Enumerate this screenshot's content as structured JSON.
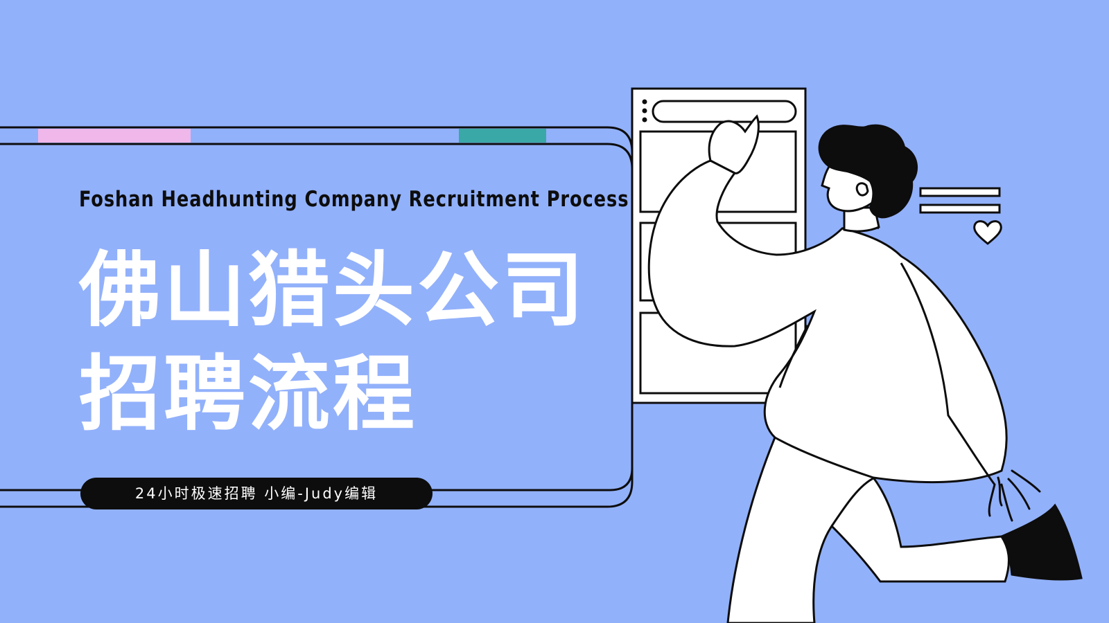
{
  "subtitle": "Foshan Headhunting Company Recruitment Process",
  "title": {
    "line1": "佛山猎头公司",
    "line2": "招聘流程"
  },
  "tagline": "24小时极速招聘 小编-Judy编辑",
  "colors": {
    "background": "#92b1fb",
    "accent_pink": "#f0b7ea",
    "accent_teal": "#3aa8a6",
    "ink": "#0d0d0d",
    "white": "#ffffff"
  },
  "icons": [
    "heart-icon",
    "menu-dots-icon",
    "text-lines-icon"
  ]
}
